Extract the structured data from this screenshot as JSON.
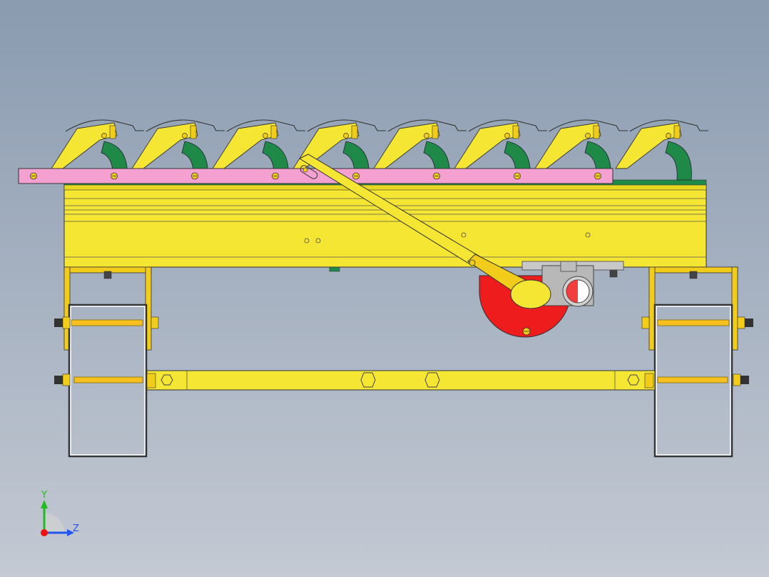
{
  "triad": {
    "y_label": "Y",
    "z_label": "Z",
    "colors": {
      "y_axis": "#22bb22",
      "z_axis": "#2255ee",
      "x_axis": "#ee1111"
    }
  },
  "colors": {
    "frame_yellow": "#f5e633",
    "bracket_yellow": "#f2cc1a",
    "pink_bar": "#f4a0d0",
    "green_tine": "#1f8a48",
    "red_disc": "#ee1c1c",
    "gray_hub": "#b8b8b8",
    "background_top": "#8a9bb0",
    "background_bottom": "#c4c9d3"
  },
  "components": {
    "tine_count": 8
  }
}
